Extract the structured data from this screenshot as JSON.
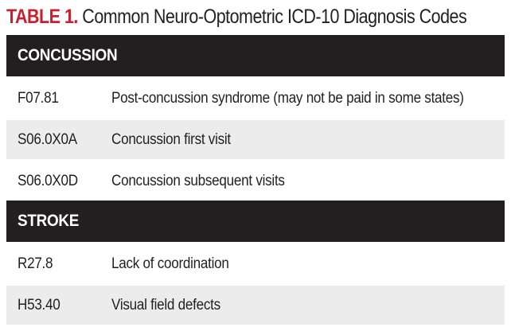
{
  "title": {
    "label": "TABLE 1.",
    "text": "Common Neuro-Optometric ICD-10 Diagnosis Codes"
  },
  "sections": [
    {
      "heading": "CONCUSSION",
      "rows": [
        {
          "code": "F07.81",
          "description": "Post-concussion syndrome (may not be paid in some states)"
        },
        {
          "code": "S06.0X0A",
          "description": "Concussion first visit"
        },
        {
          "code": "S06.0X0D",
          "description": "Concussion subsequent visits"
        }
      ]
    },
    {
      "heading": "STROKE",
      "rows": [
        {
          "code": "R27.8",
          "description": "Lack of coordination"
        },
        {
          "code": "H53.40",
          "description": "Visual field defects"
        }
      ]
    }
  ],
  "colors": {
    "title_accent": "#c8202e",
    "header_bg": "#231f20",
    "row_alt_bg": "#ececec"
  }
}
